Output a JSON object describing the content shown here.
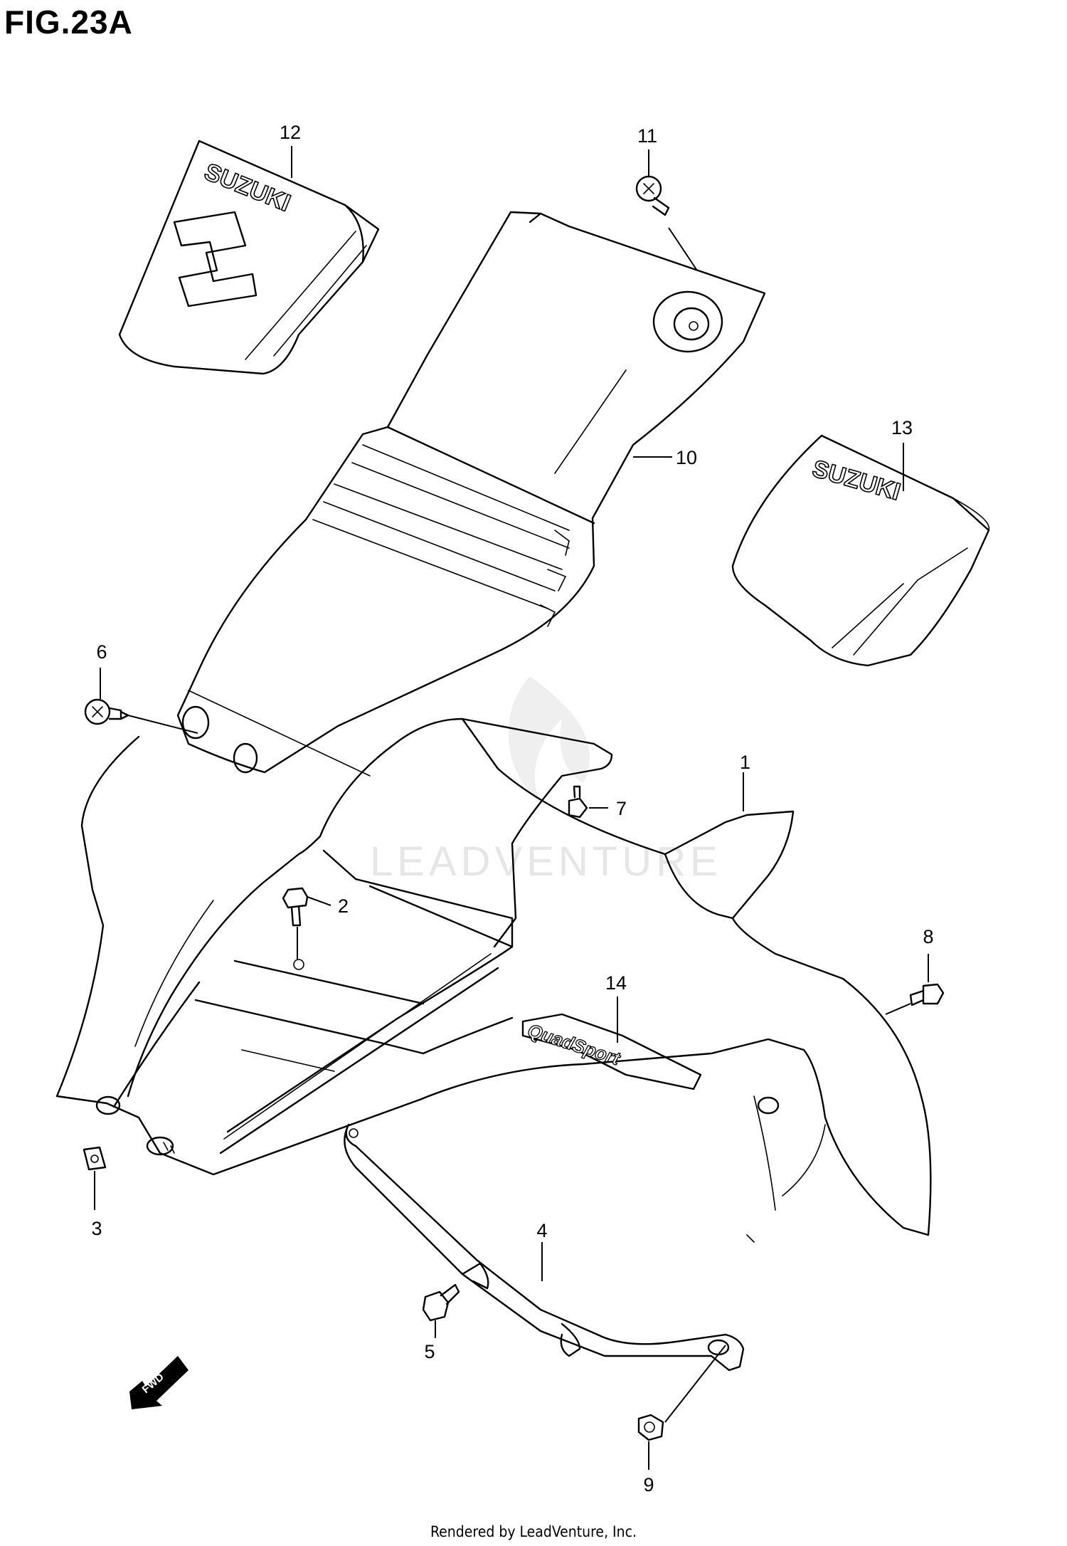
{
  "figure_title": "FIG.23A",
  "footer": "Rendered by LeadVenture, Inc.",
  "watermark": "LEADVENTURE",
  "decals": {
    "brand": "SUZUKI",
    "model_logo": "QuadSport"
  },
  "fwd_label": "FWD",
  "callouts": [
    "1",
    "2",
    "3",
    "4",
    "5",
    "6",
    "7",
    "8",
    "9",
    "10",
    "11",
    "12",
    "13",
    "14"
  ]
}
